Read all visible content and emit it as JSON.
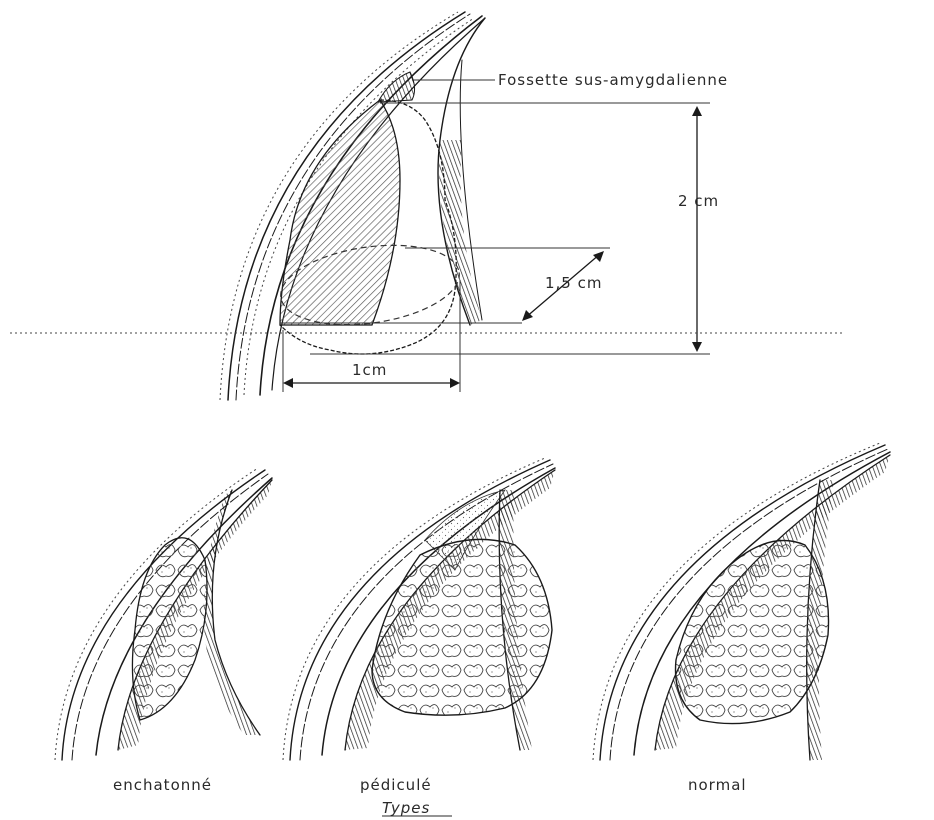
{
  "top_diagram": {
    "annotation": "Fossette sus-amygdalienne",
    "height_label": "2 cm",
    "depth_label": "1,5 cm",
    "width_label": "1cm"
  },
  "types": {
    "items": [
      {
        "label": "enchatonné"
      },
      {
        "label": "pédiculé"
      },
      {
        "label": "normal"
      }
    ],
    "caption": "Types"
  }
}
